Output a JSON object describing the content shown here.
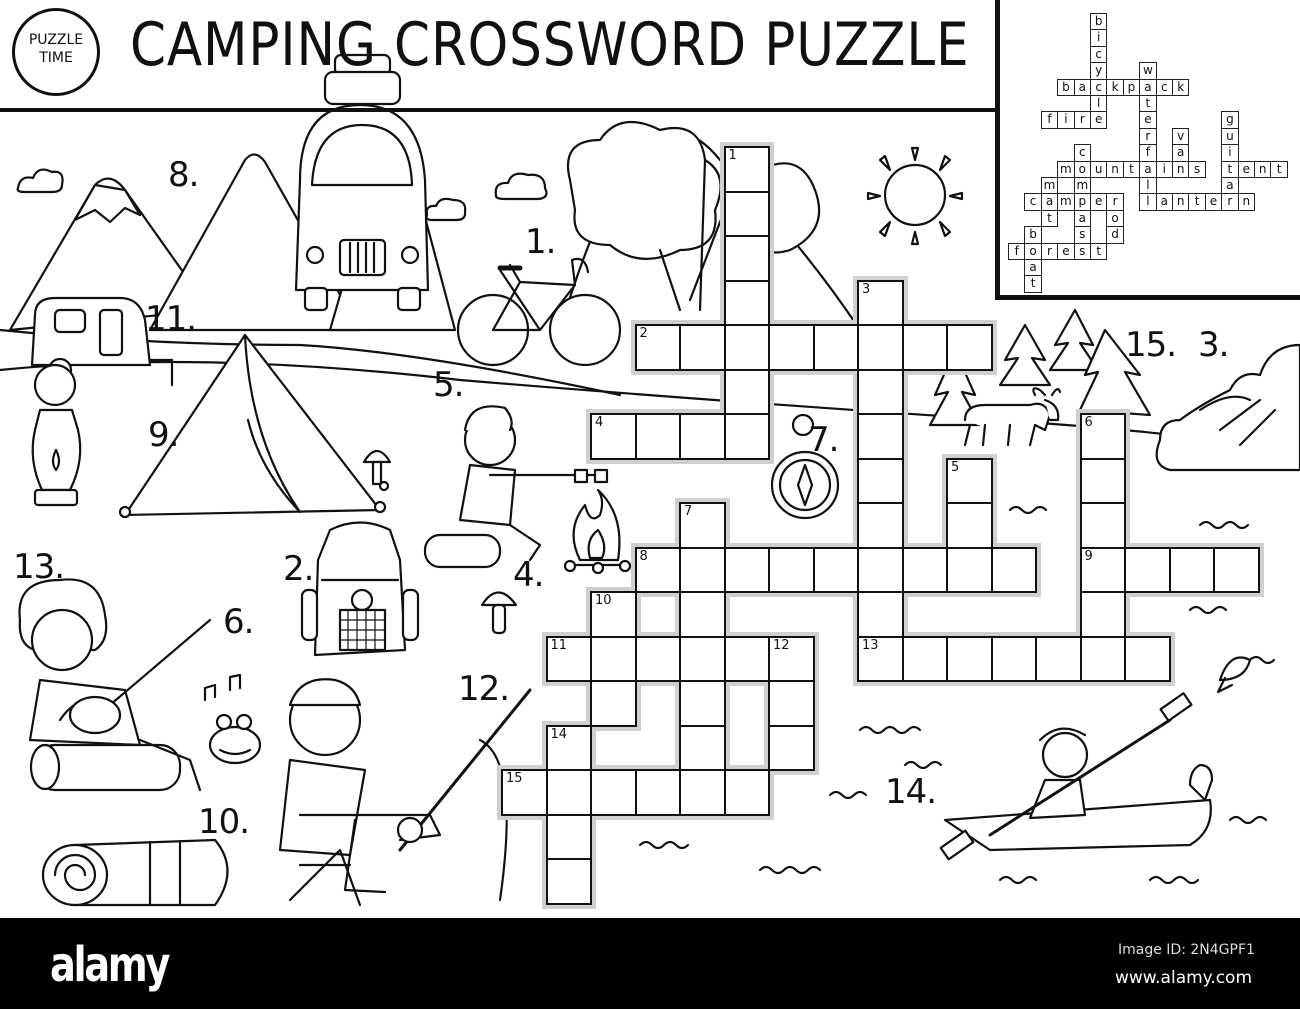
{
  "header": {
    "logo_lines": [
      "PUZZLE",
      "TIME"
    ],
    "title": "CAMPING CROSSWORD PUZZLE"
  },
  "picture_labels": [
    "1.",
    "2.",
    "3.",
    "4.",
    "5.",
    "6.",
    "7.",
    "8.",
    "9.",
    "10.",
    "11.",
    "12.",
    "13.",
    "14.",
    "15."
  ],
  "puzzle": {
    "clue_numbers": [
      "1",
      "2",
      "3",
      "4",
      "5",
      "6",
      "7",
      "8",
      "9",
      "10",
      "11",
      "12",
      "13",
      "14",
      "15"
    ],
    "words": [
      {
        "number": "1",
        "direction": "down",
        "answer": "bicycle"
      },
      {
        "number": "2",
        "direction": "across",
        "answer": "backpack"
      },
      {
        "number": "3",
        "direction": "down",
        "answer": "waterfall"
      },
      {
        "number": "4",
        "direction": "across",
        "answer": "fire"
      },
      {
        "number": "5",
        "direction": "down",
        "answer": "van"
      },
      {
        "number": "6",
        "direction": "down",
        "answer": "guitar"
      },
      {
        "number": "7",
        "direction": "down",
        "answer": "compass"
      },
      {
        "number": "8",
        "direction": "across",
        "answer": "mountains"
      },
      {
        "number": "9",
        "direction": "across",
        "answer": "tent"
      },
      {
        "number": "10",
        "direction": "down",
        "answer": "mat"
      },
      {
        "number": "11",
        "direction": "across",
        "answer": "camper"
      },
      {
        "number": "12",
        "direction": "down",
        "answer": "rod"
      },
      {
        "number": "13",
        "direction": "across",
        "answer": "lantern"
      },
      {
        "number": "14",
        "direction": "down",
        "answer": "boat"
      },
      {
        "number": "15",
        "direction": "across",
        "answer": "forest"
      }
    ]
  },
  "answer_key": {
    "shows_letters": true
  },
  "footer": {
    "logo": "alamy",
    "image_id": "Image ID: 2N4GPF1",
    "site": "www.alamy.com",
    "background": "#000000"
  }
}
